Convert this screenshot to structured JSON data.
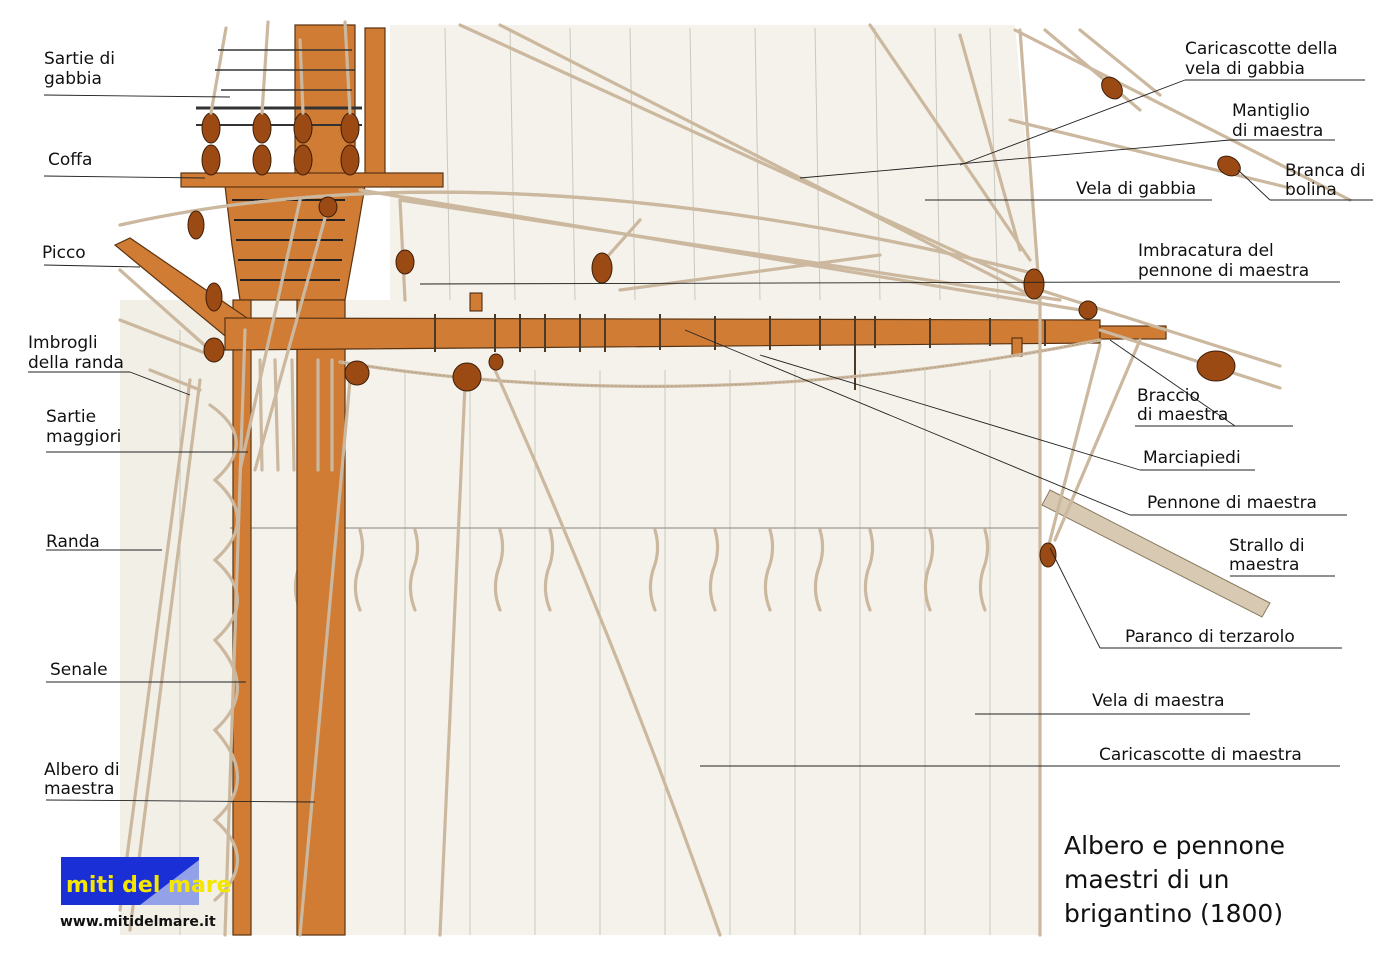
{
  "title": {
    "line1": "Albero e pennone",
    "line2": "maestri di un",
    "line3": "brigantino (1800)"
  },
  "logo": {
    "text": "miti del mare",
    "url": "www.mitidelmare.it",
    "colors": {
      "bg": "#1a2fd6",
      "text": "#f5e600"
    }
  },
  "colors": {
    "wood": "#d07c35",
    "sail": "#f4f2ea",
    "rope": "#cbb89f",
    "block": "#9b4a14"
  },
  "labels": {
    "sartie_gabbia": {
      "l1": "Sartie di",
      "l2": "gabbia"
    },
    "coffa": "Coffa",
    "picco": "Picco",
    "imbrogli_randa": {
      "l1": "Imbrogli",
      "l2": "della randa"
    },
    "sartie_maggiori": {
      "l1": "Sartie",
      "l2": "maggiori"
    },
    "randa": "Randa",
    "senale": "Senale",
    "albero_maestra": {
      "l1": "Albero di",
      "l2": "maestra"
    },
    "caricascotte_gabbia": {
      "l1": "Caricascotte della",
      "l2": "vela di gabbia"
    },
    "mantiglio_maestra": {
      "l1": "Mantiglio",
      "l2": "di maestra"
    },
    "branca_bolina": {
      "l1": "Branca di",
      "l2": "bolina"
    },
    "vela_gabbia": "Vela di gabbia",
    "imbracatura_pennone": {
      "l1": "Imbracatura del",
      "l2": "pennone di maestra"
    },
    "braccio_maestra": {
      "l1": "Braccio",
      "l2": "di maestra"
    },
    "marciapiedi": "Marciapiedi",
    "pennone_maestra": "Pennone di maestra",
    "strallo_maestra": {
      "l1": "Strallo di",
      "l2": "maestra"
    },
    "paranco_terzarolo": "Paranco di terzarolo",
    "vela_maestra": "Vela di maestra",
    "caricascotte_maestra": "Caricascotte di maestra"
  }
}
